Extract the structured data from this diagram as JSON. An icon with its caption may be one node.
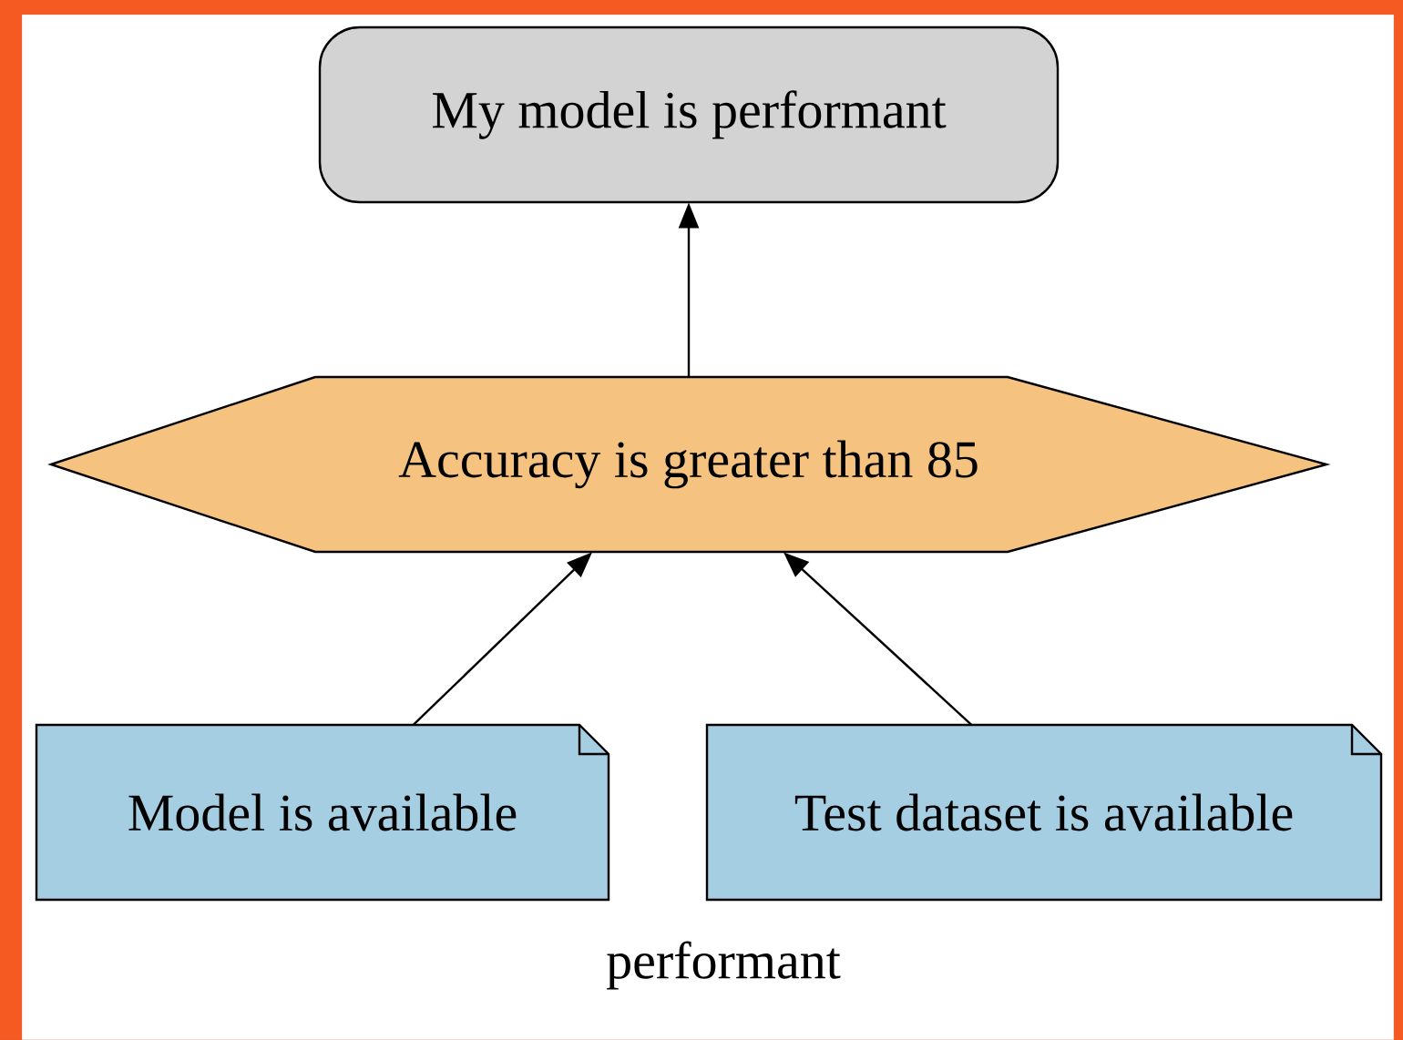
{
  "diagram": {
    "caption": "performant",
    "nodes": [
      {
        "text": [
          "My model is performant"
        ]
      },
      {
        "text": [
          "Accuracy is greater than 85"
        ]
      },
      {
        "text": [
          "Model is available"
        ]
      },
      {
        "text": [
          "Test dataset is available"
        ]
      }
    ],
    "edges": [
      {
        "from": 1,
        "to": 0,
        "arrow": "to"
      },
      {
        "from": 2,
        "to": 1,
        "arrow": "to"
      },
      {
        "from": 3,
        "to": 1,
        "arrow": "to"
      }
    ]
  }
}
